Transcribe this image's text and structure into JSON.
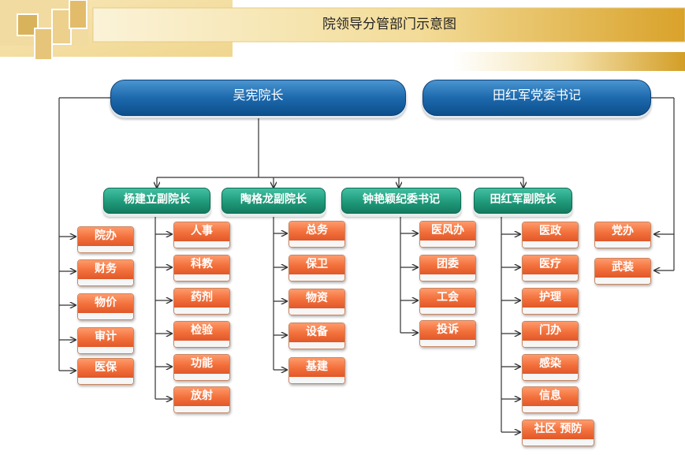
{
  "title": "院领导分管部门示意图",
  "leaders": {
    "president": "吴宪院长",
    "secretary": "田红军党委书记"
  },
  "deputies": [
    {
      "name": "杨建立副院长",
      "departments": [
        "人事",
        "科教",
        "药剂",
        "检验",
        "功能",
        "放射"
      ]
    },
    {
      "name": "陶格龙副院长",
      "departments": [
        "总务",
        "保卫",
        "物资",
        "设备",
        "基建"
      ]
    },
    {
      "name": "钟艳颖纪委书记",
      "departments": [
        "医风办",
        "团委",
        "工会",
        "投诉"
      ]
    },
    {
      "name": "田红军副院长",
      "departments": [
        "医政",
        "医疗",
        "护理",
        "门办",
        "感染",
        "信息",
        "社区 预防"
      ]
    }
  ],
  "president_direct": [
    "院办",
    "财务",
    "物价",
    "审计",
    "医保"
  ],
  "secretary_direct": [
    "党办",
    "武装"
  ],
  "colors": {
    "top_box": "#1c69ad",
    "mid_box": "#1f9a7b",
    "leaf": "#f26f3a",
    "banner_gold": "#d9a92b"
  }
}
